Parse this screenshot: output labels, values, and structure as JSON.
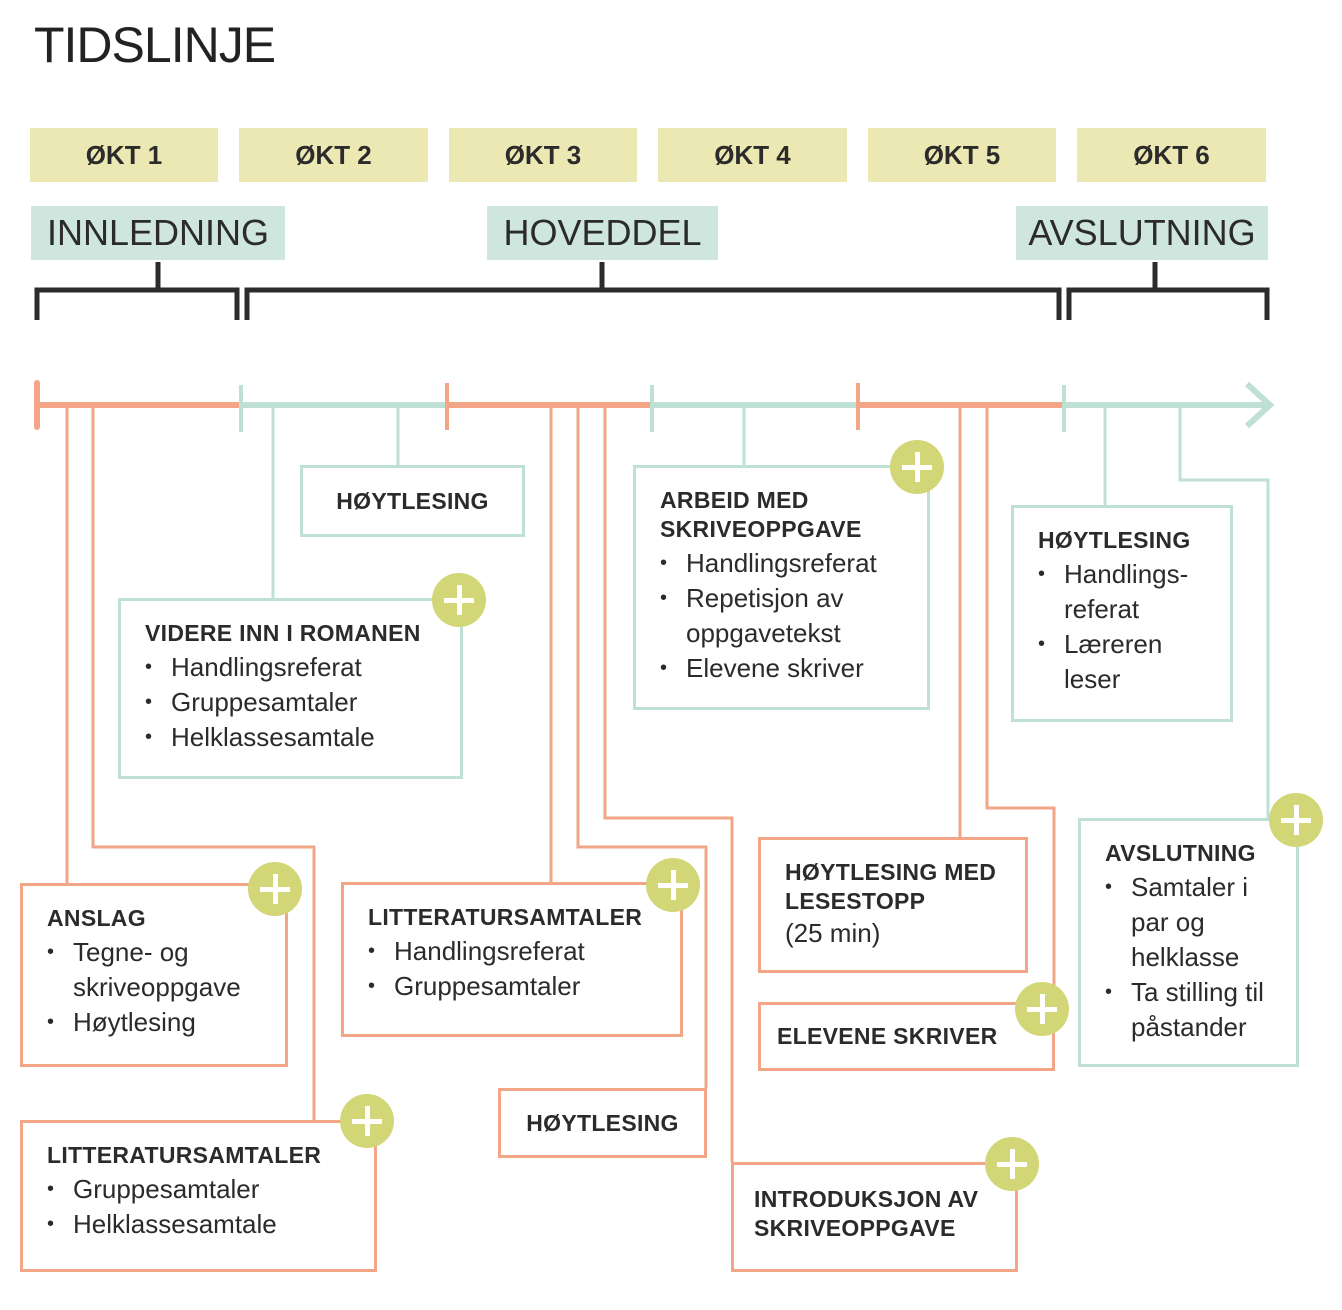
{
  "title": "TIDSLINJE",
  "okter": [
    "ØKT 1",
    "ØKT 2",
    "ØKT 3",
    "ØKT 4",
    "ØKT 5",
    "ØKT 6"
  ],
  "phases": {
    "intro": "INNLEDNING",
    "main": "HOVEDDEL",
    "end": "AVSLUTNING"
  },
  "colors": {
    "orange": "#f2a587",
    "teal": "#bfe0d4",
    "session": "#ebe8b3",
    "phase": "#cfe6de",
    "plus": "#d2d677"
  },
  "boxes": {
    "hoytlesing1": {
      "heading": "HØYTLESING"
    },
    "videre": {
      "heading": "VIDERE INN I ROMANEN",
      "items": [
        "Handlingsreferat",
        "Gruppesamtaler",
        "Helklassesamtale"
      ]
    },
    "anslag": {
      "heading": "ANSLAG",
      "items": [
        "Tegne- og skriveoppgave",
        "Høytlesing"
      ]
    },
    "litt1": {
      "heading": "LITTERATURSAMTALER",
      "items": [
        "Gruppesamtaler",
        "Helklassesamtale"
      ]
    },
    "litt2": {
      "heading": "LITTERATURSAMTALER",
      "items": [
        "Handlingsreferat",
        "Gruppesamtaler"
      ]
    },
    "hoytlesing2": {
      "heading": "HØYTLESING"
    },
    "arbeid": {
      "heading": "ARBEID MED SKRIVEOPPGAVE",
      "items": [
        "Handlingsreferat",
        "Repetisjon av oppgavetekst",
        "Elevene skriver"
      ]
    },
    "lesestopp": {
      "heading": "HØYTLESING MED LESESTOPP",
      "sub": "(25 min)"
    },
    "elevene": {
      "heading": "ELEVENE SKRIVER"
    },
    "introduksjon": {
      "heading": "INTRODUKSJON AV SKRIVEOPPGAVE"
    },
    "hoytlesing3": {
      "heading": "HØYTLESING",
      "items": [
        "Handlings-referat",
        "Læreren leser"
      ]
    },
    "avslutning": {
      "heading": "AVSLUTNING",
      "items": [
        "Samtaler i par og helklasse",
        "Ta stilling til påstander"
      ]
    }
  }
}
